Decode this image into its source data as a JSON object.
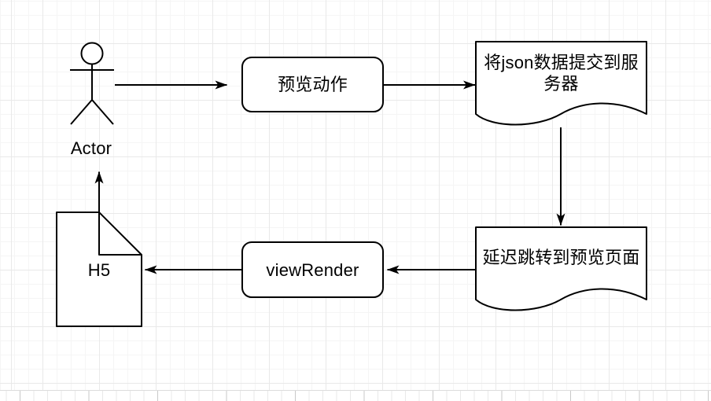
{
  "canvas": {
    "background": "#ffffff",
    "grid_minor_color": "#f5f5f5",
    "grid_major_color": "#e9e9e9",
    "stroke_color": "#000000",
    "shape_fill": "#ffffff",
    "text_color": "#000000"
  },
  "nodes": {
    "actor": {
      "type": "actor",
      "label": "Actor"
    },
    "preview_action": {
      "type": "rounded-rectangle",
      "label": "预览动作"
    },
    "submit_json": {
      "type": "document",
      "label": "将json数据提交到服务器"
    },
    "delay_jump": {
      "type": "document",
      "label": "延迟跳转到预览页面"
    },
    "view_render": {
      "type": "rounded-rectangle",
      "label": "viewRender"
    },
    "h5": {
      "type": "note",
      "label": "H5"
    }
  },
  "connectors": [
    {
      "from": "actor",
      "to": "preview_action",
      "direction": "right"
    },
    {
      "from": "preview_action",
      "to": "submit_json",
      "direction": "right"
    },
    {
      "from": "submit_json",
      "to": "delay_jump",
      "direction": "down"
    },
    {
      "from": "delay_jump",
      "to": "view_render",
      "direction": "left"
    },
    {
      "from": "view_render",
      "to": "h5",
      "direction": "left"
    },
    {
      "from": "h5",
      "to": "actor",
      "direction": "up"
    }
  ]
}
